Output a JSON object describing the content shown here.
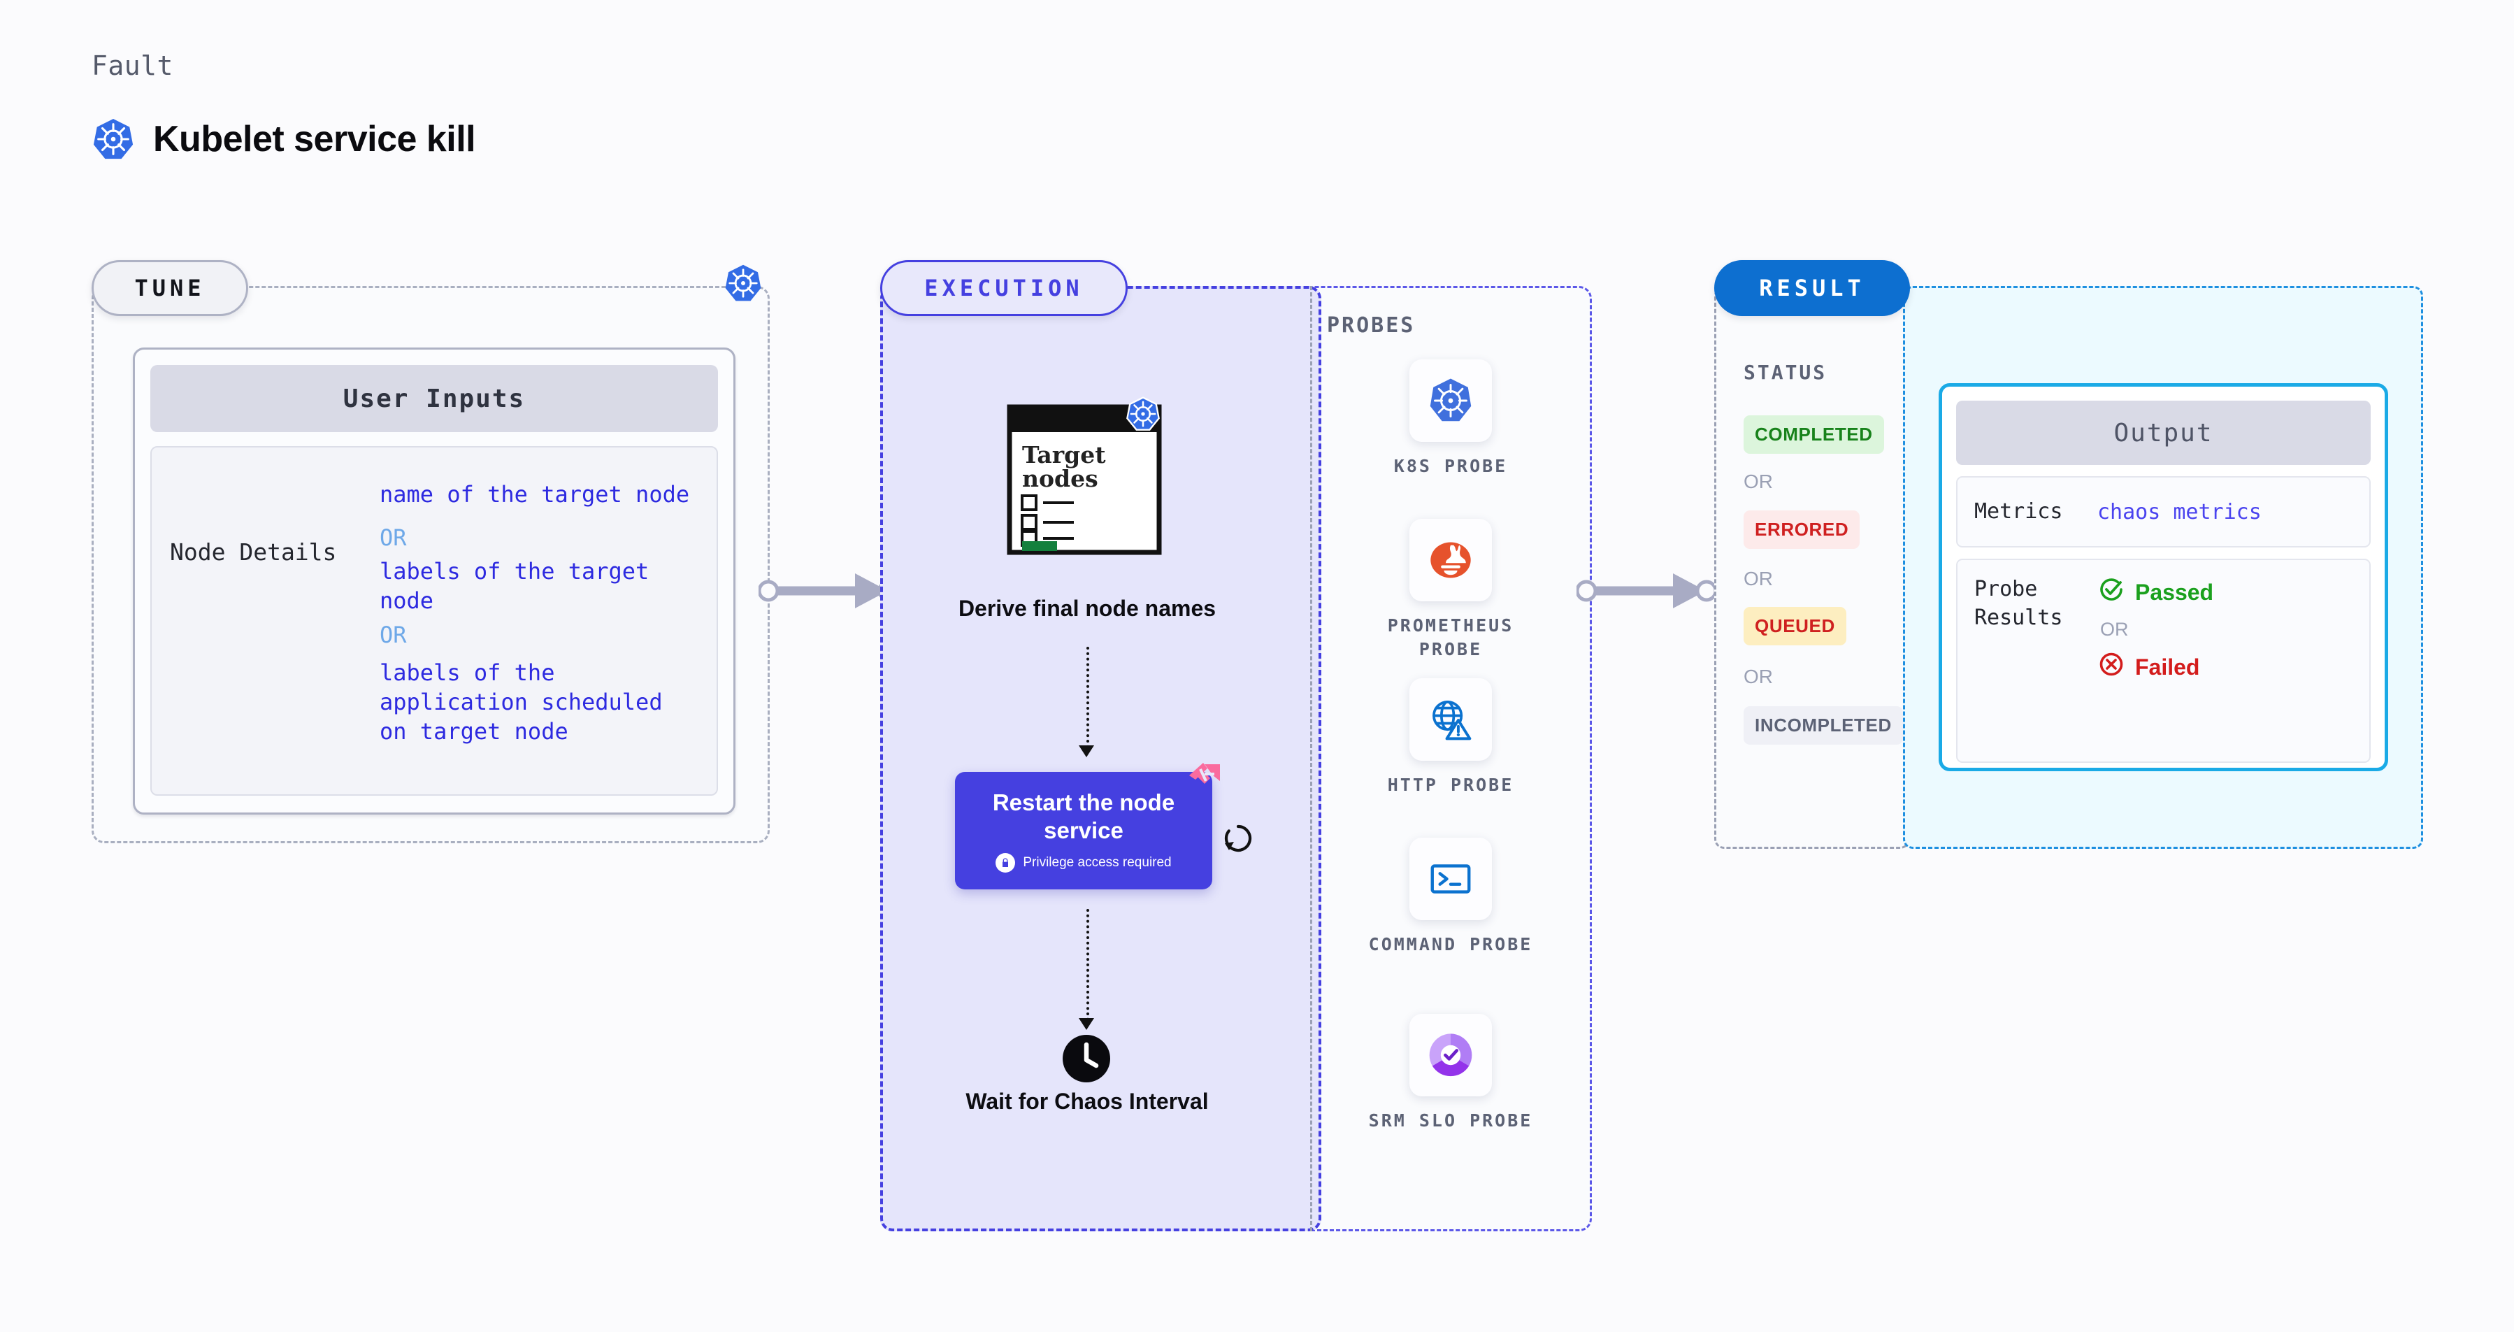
{
  "header": {
    "eyebrow": "Fault",
    "title": "Kubelet service kill",
    "logo_icon": "kubernetes-icon"
  },
  "tune": {
    "pill_label": "TUNE",
    "badge_icon": "kubernetes-icon",
    "card": {
      "heading": "User Inputs",
      "row_key": "Node Details",
      "values": [
        "name of the target node",
        "labels of the target node",
        "labels of the application scheduled on target node"
      ],
      "or_label": "OR"
    }
  },
  "execution": {
    "pill_label": "EXECUTION",
    "doc": {
      "title_line1": "Target",
      "title_line2": "nodes",
      "badge_icon": "kubernetes-icon"
    },
    "step1_label": "Derive final node names",
    "step2": {
      "title": "Restart the node service",
      "privilege_note": "Privilege access required",
      "lock_icon": "lock-icon",
      "harness_icon": "harness-logo-icon",
      "retry_icon": "retry-circular-arrow-icon"
    },
    "step3_label": "Wait for Chaos Interval",
    "step3_icon": "clock-icon"
  },
  "probes": {
    "title": "PROBES",
    "items": [
      {
        "name": "K8S PROBE",
        "icon": "kubernetes-icon"
      },
      {
        "name": "PROMETHEUS PROBE",
        "icon": "prometheus-icon"
      },
      {
        "name": "HTTP PROBE",
        "icon": "globe-warning-icon"
      },
      {
        "name": "COMMAND PROBE",
        "icon": "terminal-icon"
      },
      {
        "name": "SRM SLO PROBE",
        "icon": "srm-slo-donut-check-icon"
      }
    ]
  },
  "result": {
    "pill_label": "RESULT",
    "status": {
      "title": "STATUS",
      "or_label": "OR",
      "badges": [
        {
          "label": "COMPLETED",
          "bg": "#dcf5dc",
          "fg": "#18821b"
        },
        {
          "label": "ERRORED",
          "bg": "#fdeaea",
          "fg": "#cf2020"
        },
        {
          "label": "QUEUED",
          "bg": "#fdeec0",
          "fg": "#cf2020"
        },
        {
          "label": "INCOMPLETED",
          "bg": "#eff0f6",
          "fg": "#5c6275"
        }
      ]
    },
    "output": {
      "heading": "Output",
      "metrics_key": "Metrics",
      "metrics_value": "chaos metrics",
      "probe_key": "Probe Results",
      "passed_label": "Passed",
      "failed_label": "Failed",
      "or_label": "OR",
      "passed_icon": "check-circle-icon",
      "failed_icon": "x-circle-icon"
    }
  },
  "colors": {
    "page_bg": "#fbfbfd",
    "tune_border": "#a9afc0",
    "execution_accent": "#4540e0",
    "result_accent": "#0d6fd0",
    "output_border": "#1aaae6",
    "node_purple": "#4540e0",
    "harness_pink": "#fa6b9e",
    "kubernetes_blue": "#336ce5"
  },
  "connectors": {
    "arrow1_name": "tune-to-execution-arrow",
    "arrow2_name": "execution-to-result-arrow"
  }
}
